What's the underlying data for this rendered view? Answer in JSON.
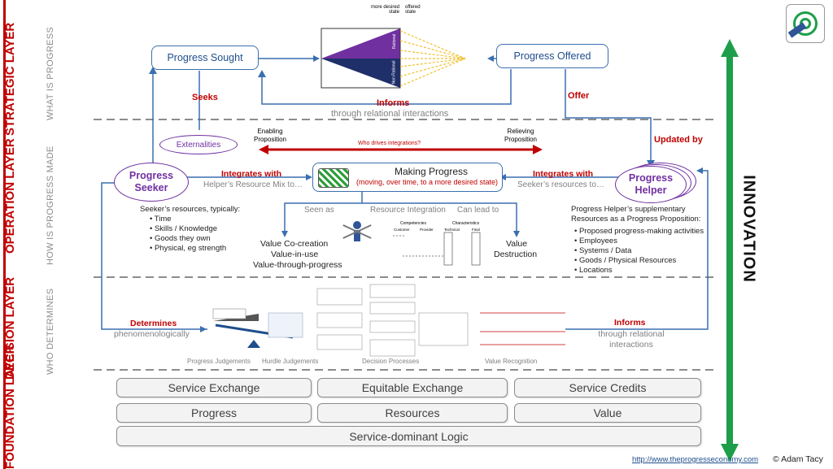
{
  "layers": {
    "strategic": {
      "label": "STRATEGIC LAYER",
      "sub": "WHAT IS PROGRESS"
    },
    "operation": {
      "label": "OPERATION LAYER",
      "sub": "HOW IS PROGRESS MADE"
    },
    "decision": {
      "label": "DECISION LAYER",
      "sub": "WHO DETERMINES"
    },
    "foundation": {
      "label": "FOUNDATION LAYER"
    }
  },
  "strategic": {
    "progress_sought": "Progress Sought",
    "progress_offered": "Progress Offered",
    "seeks": "Seeks",
    "offer": "Offer",
    "informs": "Informs",
    "through_relational": "through relational interactions",
    "top_left_label": "more desired state",
    "top_right_label": "offered state",
    "rational": "Rational",
    "non_rational": "Non Rational"
  },
  "operation": {
    "externalities": "Externalities",
    "enabling": "Enabling Proposition",
    "relieving": "Relieving Proposition",
    "who_drives": "Who drives integrations?",
    "updated_by": "Updated by",
    "seeker": "Progress Seeker",
    "helper": "Progress Helper",
    "integrates_with_left": "Integrates with",
    "helper_mix": "Helper’s Resource Mix to…",
    "integrates_with_right": "Integrates with",
    "seeker_resources": "Seeker’s resources to…",
    "making_progress": "Making Progress",
    "making_progress_sub": "(moving, over time, to a more desired state)",
    "seen_as": "Seen as",
    "resource_integration": "Resource Integration",
    "can_lead_to": "Can lead to",
    "value_cocreation": "Value Co-creation",
    "value_in_use": "Value-in-use",
    "value_through_progress": "Value-through-progress",
    "value": "Value",
    "destruction": "Destruction",
    "seeker_res_title": "Seeker’s resources, typically:",
    "seeker_res": [
      "Time",
      "Skills / Knowledge",
      "Goods they own",
      "Physical, eg strength"
    ],
    "helper_res_title": "Progress Helper’s supplementary Resources as a Progress Proposition:",
    "helper_res": [
      "Proposed progress-making activities",
      "Employees",
      "Systems / Data",
      "Goods / Physical Resources",
      "Locations"
    ],
    "competencies": "Competencies",
    "customer": "Customer",
    "provider": "Provider",
    "characteristics": "Characteristics",
    "technical": "Technical",
    "final": "Final"
  },
  "decision": {
    "determines": "Determines",
    "phenomenologically": "phenomenologically",
    "informs": "Informs",
    "through_relational": "through relational interactions",
    "progress_judgements": "Progress Judgements",
    "hurdle_judgements": "Hurdle Judgements",
    "decision_processes": "Decision Processes",
    "value_recognition": "Value Recognition"
  },
  "foundation": {
    "row1": [
      "Service Exchange",
      "Equitable Exchange",
      "Service Credits"
    ],
    "row2": [
      "Progress",
      "Resources",
      "Value"
    ],
    "row3": "Service-dominant Logic"
  },
  "innovation": "INNOVATION",
  "footer": {
    "url": "http://www.theprogresseconomy.com",
    "copyright": "© Adam Tacy"
  },
  "colors": {
    "red": "#c00000",
    "blue": "#3a6fb0",
    "purple": "#7030a0",
    "green": "#1e9e4a",
    "gold": "#f2c030"
  }
}
